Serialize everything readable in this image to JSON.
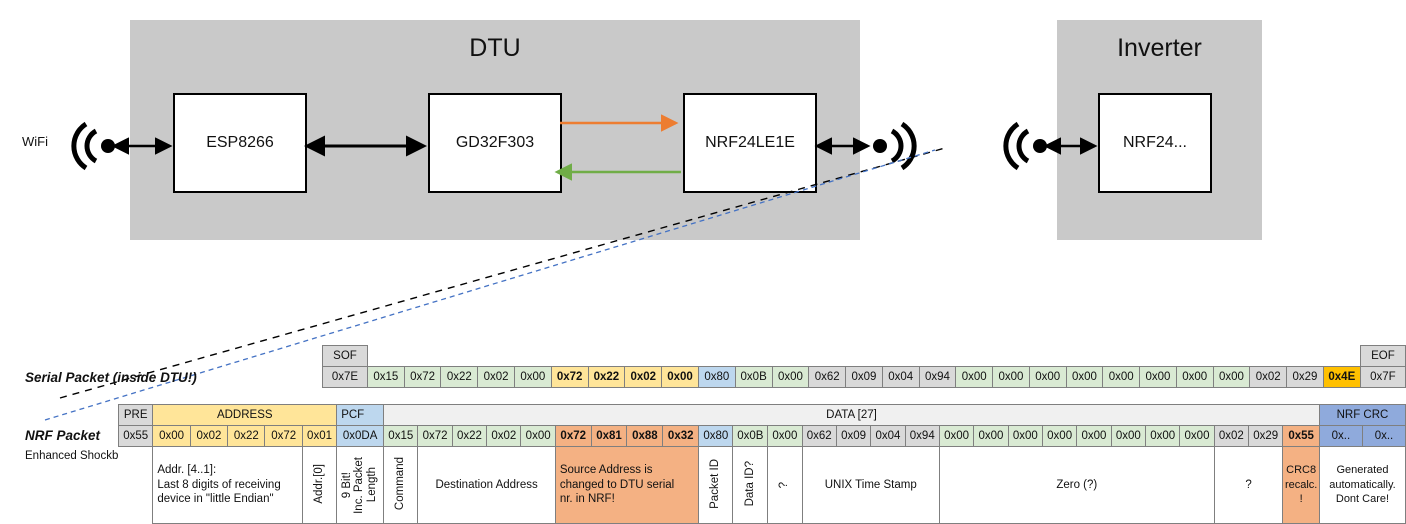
{
  "diagram": {
    "dtu": {
      "title": "DTU",
      "chips": [
        {
          "name": "esp",
          "label": "ESP8266"
        },
        {
          "name": "gd32",
          "label": "GD32F303"
        },
        {
          "name": "nrf24le1e",
          "label": "NRF24LE1E"
        }
      ],
      "wifi_label": "WiFi"
    },
    "inverter": {
      "title": "Inverter",
      "chips": [
        {
          "name": "nrf24",
          "label": "NRF24..."
        }
      ]
    },
    "arrow_colors": {
      "tx": "#ED7D31",
      "rx": "#70AD47",
      "black": "#000000",
      "blue_dash": "#4472C4"
    }
  },
  "serial_packet": {
    "row_label": "Serial Packet (inside DTU!)",
    "sof": {
      "header": "SOF",
      "value": "0x7E"
    },
    "eof": {
      "header": "EOF",
      "value": "0x7F"
    },
    "bytes": [
      {
        "v": "0x15",
        "c": "green"
      },
      {
        "v": "0x72",
        "c": "green"
      },
      {
        "v": "0x22",
        "c": "green"
      },
      {
        "v": "0x02",
        "c": "green"
      },
      {
        "v": "0x00",
        "c": "green"
      },
      {
        "v": "0x72",
        "c": "yellow-b"
      },
      {
        "v": "0x22",
        "c": "yellow-b"
      },
      {
        "v": "0x02",
        "c": "yellow-b"
      },
      {
        "v": "0x00",
        "c": "yellow-b"
      },
      {
        "v": "0x80",
        "c": "blue"
      },
      {
        "v": "0x0B",
        "c": "green"
      },
      {
        "v": "0x00",
        "c": "green"
      },
      {
        "v": "0x62",
        "c": "grey"
      },
      {
        "v": "0x09",
        "c": "grey"
      },
      {
        "v": "0x04",
        "c": "grey"
      },
      {
        "v": "0x94",
        "c": "grey"
      },
      {
        "v": "0x00",
        "c": "green"
      },
      {
        "v": "0x00",
        "c": "green"
      },
      {
        "v": "0x00",
        "c": "green"
      },
      {
        "v": "0x00",
        "c": "green"
      },
      {
        "v": "0x00",
        "c": "green"
      },
      {
        "v": "0x00",
        "c": "green"
      },
      {
        "v": "0x00",
        "c": "green"
      },
      {
        "v": "0x00",
        "c": "green"
      },
      {
        "v": "0x02",
        "c": "grey"
      },
      {
        "v": "0x29",
        "c": "grey"
      },
      {
        "v": "0x4E",
        "c": "amber"
      }
    ]
  },
  "nrf_packet": {
    "row_label": "NRF Packet",
    "sub_label": "Enhanced Shockburst",
    "headers": {
      "pre": "PRE",
      "address": "ADDRESS",
      "pcf": "PCF",
      "data": "DATA [27]",
      "nrf_crc": "NRF CRC"
    },
    "pre": {
      "v": "0x55"
    },
    "address": [
      {
        "v": "0x00"
      },
      {
        "v": "0x02"
      },
      {
        "v": "0x22"
      },
      {
        "v": "0x72"
      },
      {
        "v": "0x01"
      }
    ],
    "pcf": {
      "v": "0x0DA"
    },
    "bytes": [
      {
        "v": "0x15",
        "c": "green"
      },
      {
        "v": "0x72",
        "c": "green"
      },
      {
        "v": "0x22",
        "c": "green"
      },
      {
        "v": "0x02",
        "c": "green"
      },
      {
        "v": "0x00",
        "c": "green"
      },
      {
        "v": "0x72",
        "c": "orange-b"
      },
      {
        "v": "0x81",
        "c": "orange-b"
      },
      {
        "v": "0x88",
        "c": "orange-b"
      },
      {
        "v": "0x32",
        "c": "orange-b"
      },
      {
        "v": "0x80",
        "c": "blue"
      },
      {
        "v": "0x0B",
        "c": "green"
      },
      {
        "v": "0x00",
        "c": "green"
      },
      {
        "v": "0x62",
        "c": "grey"
      },
      {
        "v": "0x09",
        "c": "grey"
      },
      {
        "v": "0x04",
        "c": "grey"
      },
      {
        "v": "0x94",
        "c": "grey"
      },
      {
        "v": "0x00",
        "c": "green"
      },
      {
        "v": "0x00",
        "c": "green"
      },
      {
        "v": "0x00",
        "c": "green"
      },
      {
        "v": "0x00",
        "c": "green"
      },
      {
        "v": "0x00",
        "c": "green"
      },
      {
        "v": "0x00",
        "c": "green"
      },
      {
        "v": "0x00",
        "c": "green"
      },
      {
        "v": "0x00",
        "c": "green"
      },
      {
        "v": "0x02",
        "c": "grey"
      },
      {
        "v": "0x29",
        "c": "grey"
      },
      {
        "v": "0x55",
        "c": "orange-b"
      }
    ],
    "crc": [
      {
        "v": "0x.."
      },
      {
        "v": "0x.."
      }
    ]
  },
  "descriptions": {
    "address_note_lines": [
      "Addr. [4..1]:",
      "Last 8 digits of receiving",
      "device in \"little Endian\""
    ],
    "addr0": "Addr.[0]",
    "pcf_vert": [
      "9 Bit!",
      "Inc. Packet",
      "Length"
    ],
    "command": "Command",
    "destination_address": "Destination Address",
    "source_note_lines": [
      "Source Address is",
      "changed to DTU serial",
      "nr. in NRF!"
    ],
    "packet_id": "Packet ID",
    "data_id": "Data ID?",
    "unknown_short": "?",
    "unix_time_stamp": "UNIX Time Stamp",
    "zero": "Zero (?)",
    "unknown_wide": "?",
    "crc8_lines": [
      "CRC8",
      "recalc.",
      "!"
    ],
    "nrf_crc_lines": [
      "Generated",
      "automatically.",
      "Dont Care!"
    ]
  }
}
